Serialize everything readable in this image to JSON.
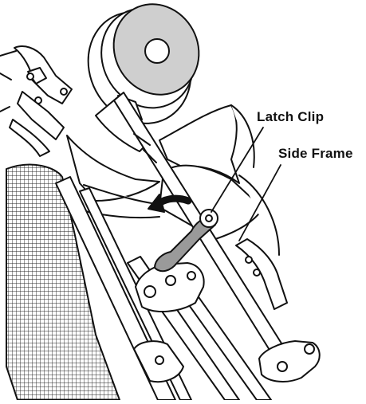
{
  "diagram": {
    "callouts": {
      "latch_clip": "Latch Clip",
      "side_frame": "Side Frame"
    },
    "colors": {
      "line": "#111111",
      "highlight": "#9a9a9a",
      "background": "#ffffff",
      "hub": "#cfcfcf"
    },
    "arrow_direction": "counter-clockwise"
  }
}
